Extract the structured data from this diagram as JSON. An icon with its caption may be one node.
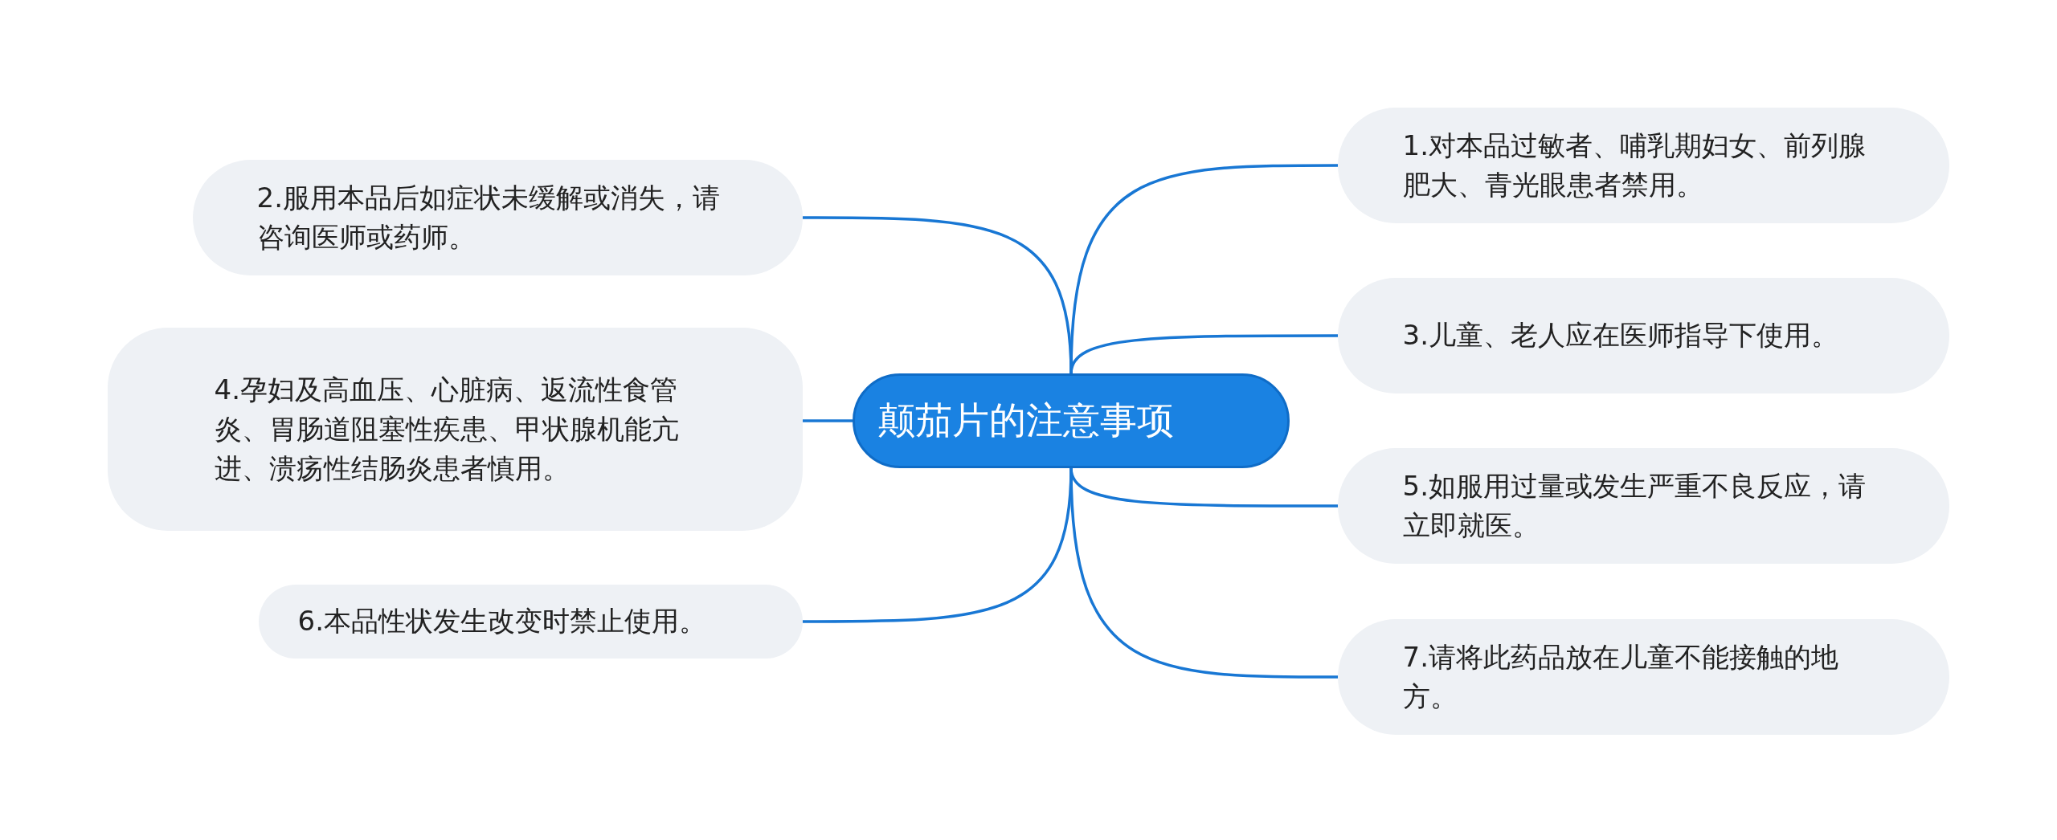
{
  "diagram": {
    "nodes": [
      {
        "text": [
          "颠茄片的注意事项"
        ]
      },
      {
        "text": [
          "1.对本品过敏者、哺乳期妇女、前列腺肥大、青光眼患者禁用。"
        ]
      },
      {
        "text": [
          "2.服用本品后如症状未缓解或消失，请咨询医师或药师。"
        ]
      },
      {
        "text": [
          "3.儿童、老人应在医师指导下使用。"
        ]
      },
      {
        "text": [
          "4.孕妇及高血压、心脏病、返流性食管炎、胃肠道阻塞性疾患、甲状腺机能亢进、溃疡性结肠炎患者慎用。"
        ]
      },
      {
        "text": [
          "5.如服用过量或发生严重不良反应，请立即就医。"
        ]
      },
      {
        "text": [
          "6.本品性状发生改变时禁止使用。"
        ]
      },
      {
        "text": [
          "7.请将此药品放在儿童不能接触的地方。"
        ]
      }
    ],
    "edges": [
      {
        "from": 0,
        "to": 1,
        "arrow": "none"
      },
      {
        "from": 0,
        "to": 2,
        "arrow": "none"
      },
      {
        "from": 0,
        "to": 3,
        "arrow": "none"
      },
      {
        "from": 0,
        "to": 4,
        "arrow": "none"
      },
      {
        "from": 0,
        "to": 5,
        "arrow": "none"
      },
      {
        "from": 0,
        "to": 6,
        "arrow": "none"
      },
      {
        "from": 0,
        "to": 7,
        "arrow": "none"
      }
    ]
  }
}
